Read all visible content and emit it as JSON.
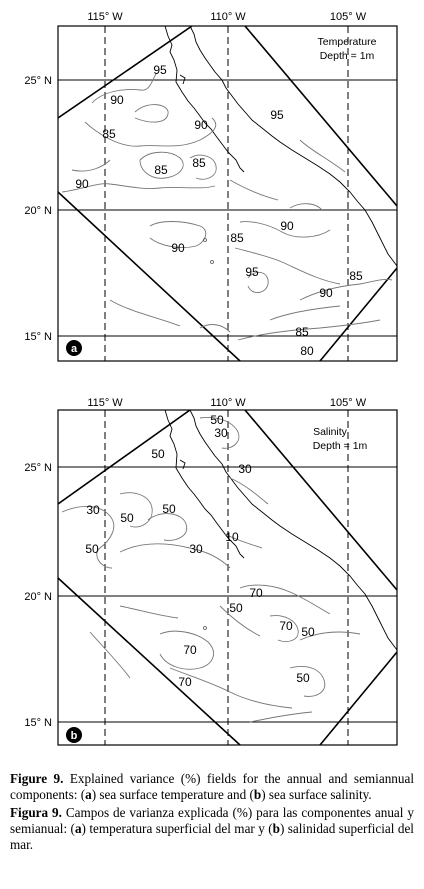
{
  "panel_a": {
    "lon_labels": [
      "115° W",
      "110° W",
      "105° W"
    ],
    "lat_labels": [
      "25° N",
      "20° N",
      "15° N"
    ],
    "title_line1": "Temperature",
    "title_line2": "Depth = 1m",
    "letter": "a",
    "contour_labels": [
      "95",
      "90",
      "90",
      "95",
      "85",
      "85",
      "85",
      "90",
      "90",
      "85",
      "90",
      "95",
      "85",
      "90",
      "85",
      "80"
    ]
  },
  "panel_b": {
    "lon_labels": [
      "115° W",
      "110° W",
      "105° W"
    ],
    "lat_labels": [
      "25° N",
      "20° N",
      "15° N"
    ],
    "title_line1": "Salinity",
    "title_line2": "Depth = 1m",
    "letter": "b",
    "contour_labels": [
      "50",
      "30",
      "50",
      "30",
      "30",
      "50",
      "50",
      "50",
      "30",
      "10",
      "70",
      "50",
      "70",
      "50",
      "70",
      "70",
      "50"
    ]
  },
  "caption": {
    "en_label": "Figure 9.",
    "en_text": " Explained variance (%) fields for the annual and semiannual components: (",
    "en_a": "a",
    "en_mid": ") sea surface temperature and (",
    "en_b": "b",
    "en_end": ") sea surface salinity.",
    "es_label": "Figura 9.",
    "es_text": " Campos de varianza explicada (%) para las componentes anual y semianual: (",
    "es_a": "a",
    "es_mid": ") temperatura superficial del mar y (",
    "es_b": "b",
    "es_end": ") salinidad superficial del mar."
  }
}
